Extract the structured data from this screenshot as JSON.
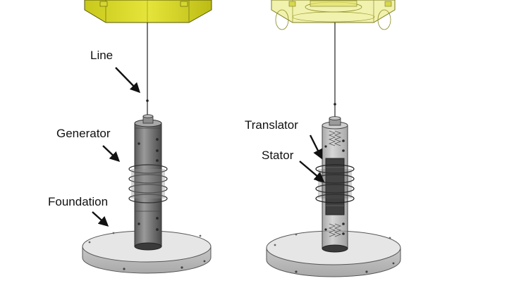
{
  "labels": {
    "line": "Line",
    "generator": "Generator",
    "foundation": "Foundation",
    "translator": "Translator",
    "stator": "Stator"
  },
  "colors": {
    "buoy_solid": "#dede30",
    "buoy_transparent": "#ecec9a",
    "metal_dark": "#6f6f6f",
    "base_plate": "#dcdcdc",
    "ink": "#111111"
  }
}
